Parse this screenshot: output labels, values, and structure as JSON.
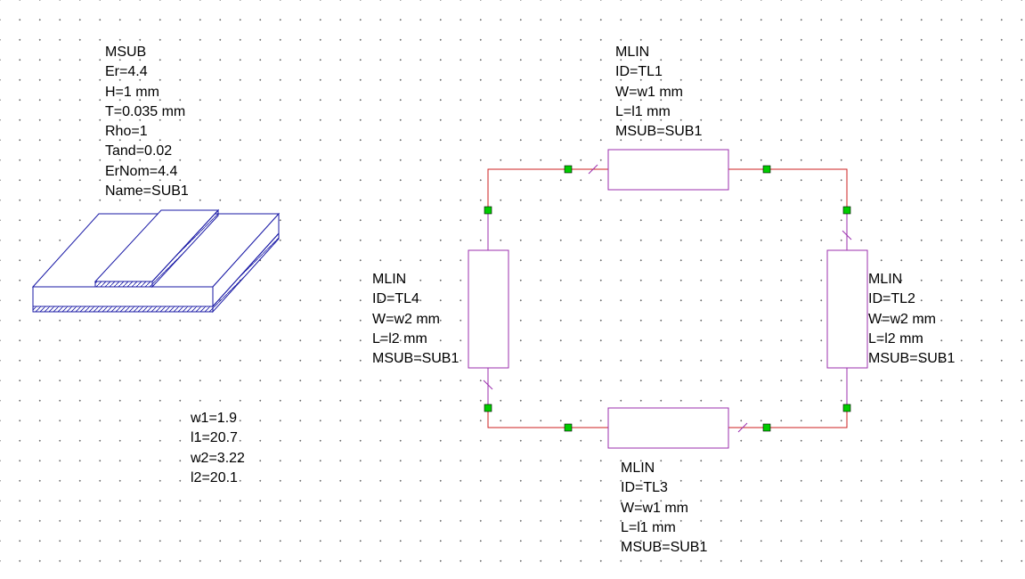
{
  "substrate": {
    "lines": [
      "MSUB",
      "Er=4.4",
      "H=1 mm",
      "T=0.035 mm",
      "Rho=1",
      "Tand=0.02",
      "ErNom=4.4",
      "Name=SUB1"
    ]
  },
  "variables": {
    "lines": [
      "w1=1.9",
      "l1=20.7",
      "w2=3.22",
      "l2=20.1"
    ]
  },
  "components": [
    {
      "id": "TL1",
      "lines": [
        "MLIN",
        "ID=TL1",
        "W=w1 mm",
        "L=l1 mm",
        "MSUB=SUB1"
      ]
    },
    {
      "id": "TL2",
      "lines": [
        "MLIN",
        "ID=TL2",
        "W=w2 mm",
        "L=l2 mm",
        "MSUB=SUB1"
      ]
    },
    {
      "id": "TL3",
      "lines": [
        "MLIN",
        "ID=TL3",
        "W=w1 mm",
        "L=l1 mm",
        "MSUB=SUB1"
      ]
    },
    {
      "id": "TL4",
      "lines": [
        "MLIN",
        "ID=TL4",
        "W=w2 mm",
        "L=l2 mm",
        "MSUB=SUB1"
      ]
    }
  ],
  "colors": {
    "component": "#9b2fae",
    "wire": "#cc1f1f",
    "node": "#00cc00",
    "substrate": "#1a1aa6",
    "text": "#000000"
  }
}
